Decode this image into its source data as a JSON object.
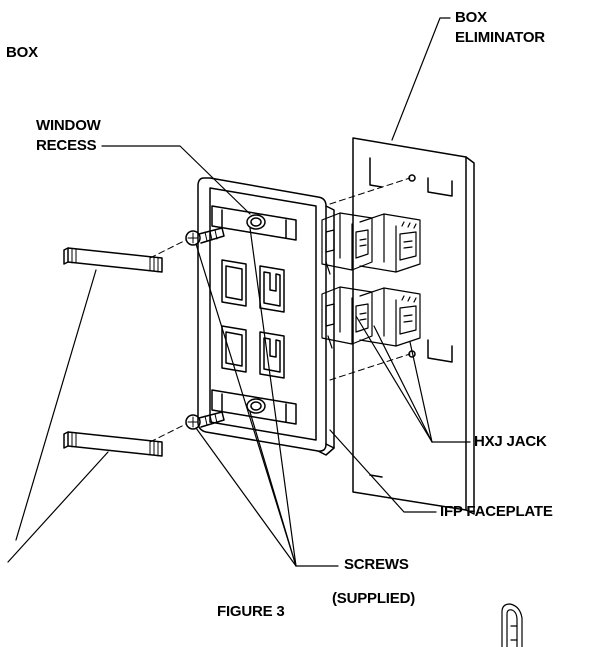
{
  "labels": {
    "box": "BOX",
    "box_eliminator_line1": "BOX",
    "box_eliminator_line2": "ELIMINATOR",
    "window_recess_line1": "WINDOW",
    "window_recess_line2": "RECESS",
    "hxj_jack": "HXJ JACK",
    "ifp_faceplate": "IFP FACEPLATE",
    "screws_line1": "SCREWS",
    "screws_line2": "(SUPPLIED)",
    "figure": "FIGURE 3"
  },
  "colors": {
    "line": "#000000",
    "background": "#ffffff"
  }
}
